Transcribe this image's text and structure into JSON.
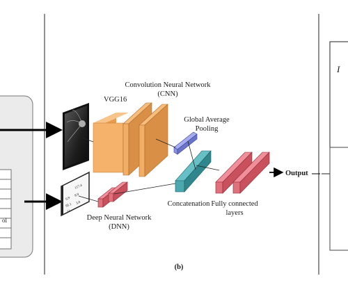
{
  "diagram": {
    "vgg_label": "VGG16",
    "cnn_label_line1": "Convolution Neural Network",
    "cnn_label_line2": "(CNN)",
    "gap_label_line1": "Global Average",
    "gap_label_line2": "Pooling",
    "concat_label": "Concatenation",
    "fc_label_line1": "Fully connected",
    "fc_label_line2": "layers",
    "dnn_label_line1": "Deep Neural Network",
    "dnn_label_line2": "(DNN)",
    "output_label": "Output",
    "panel_label": "(b)",
    "left_panel_partial_text": "ol",
    "table_values": [
      "117.4",
      "6.9",
      "8.9",
      "95.1",
      "3.8",
      "11"
    ],
    "right_panel_partial_glyph": "I",
    "colors": {
      "vgg": "#f4b26b",
      "cnn": "#e8a25a",
      "gap": "#7b86d6",
      "concat": "#3b9aa0",
      "dnn": "#d95c6a",
      "fc": "#d95c6a"
    }
  }
}
